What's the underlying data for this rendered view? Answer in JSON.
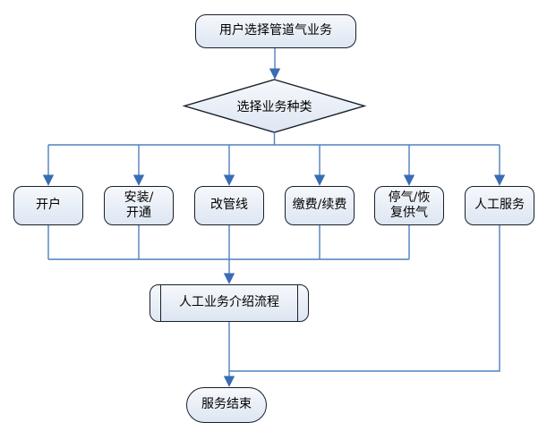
{
  "diagram": {
    "kind": "flowchart",
    "nodes": {
      "start": {
        "label": "用户选择管道气业务",
        "shape": "terminator"
      },
      "decision": {
        "label": "选择业务种类",
        "shape": "diamond"
      },
      "options": [
        {
          "label": "开户"
        },
        {
          "label": "安装/\n开通"
        },
        {
          "label": "改管线"
        },
        {
          "label": "缴费/续费"
        },
        {
          "label": "停气/恢\n复供气"
        },
        {
          "label": "人工服务"
        }
      ],
      "process": {
        "label": "人工业务介绍流程",
        "shape": "predefined-process"
      },
      "end": {
        "label": "服务结束",
        "shape": "terminator"
      }
    },
    "edges": [
      {
        "from": "start",
        "to": "decision"
      },
      {
        "from": "decision",
        "to": "开户"
      },
      {
        "from": "decision",
        "to": "安装/开通"
      },
      {
        "from": "decision",
        "to": "改管线"
      },
      {
        "from": "decision",
        "to": "缴费/续费"
      },
      {
        "from": "decision",
        "to": "停气/恢复供气"
      },
      {
        "from": "decision",
        "to": "人工服务"
      },
      {
        "from": "开户",
        "to": "人工业务介绍流程"
      },
      {
        "from": "安装/开通",
        "to": "人工业务介绍流程"
      },
      {
        "from": "改管线",
        "to": "人工业务介绍流程"
      },
      {
        "from": "缴费/续费",
        "to": "人工业务介绍流程"
      },
      {
        "from": "停气/恢复供气",
        "to": "人工业务介绍流程"
      },
      {
        "from": "人工业务介绍流程",
        "to": "服务结束"
      },
      {
        "from": "人工服务",
        "to": "服务结束"
      }
    ],
    "colors": {
      "node_fill_top": "#f6f8fc",
      "node_fill_bottom": "#dde6f2",
      "node_border": "#17202a",
      "connector": "#4f81bd",
      "arrowhead": "#3a6cb5",
      "background": "#ffffff"
    }
  }
}
